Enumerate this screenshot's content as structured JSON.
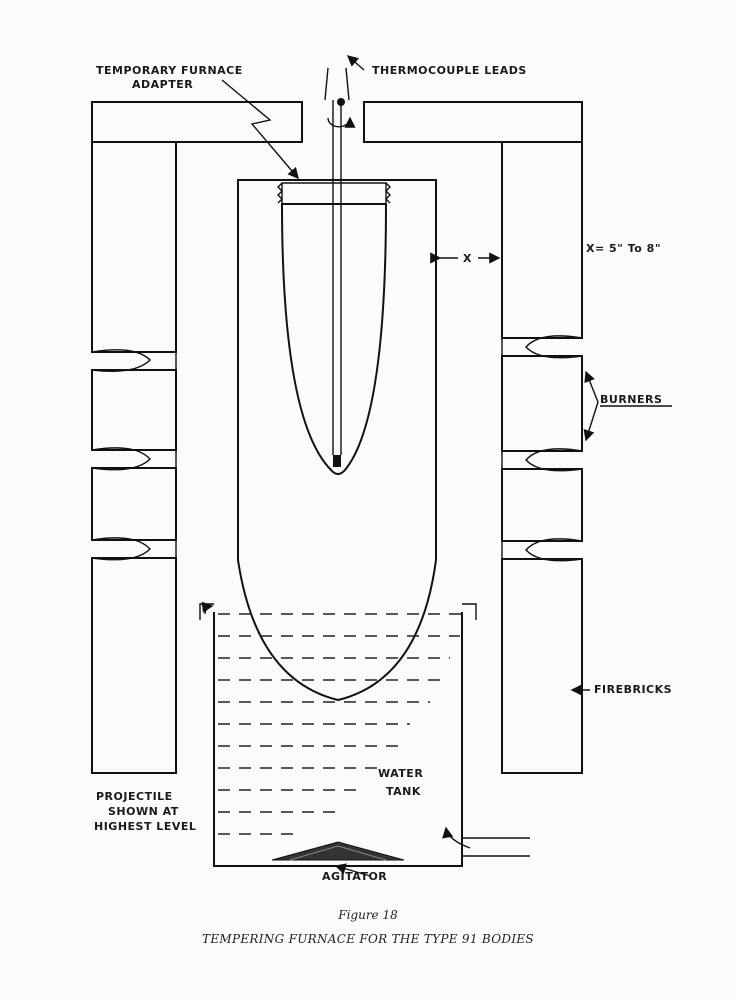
{
  "labels": {
    "adapter_line1": "TEMPORARY FURNACE",
    "adapter_line2": "ADAPTER",
    "thermocouple": "THERMOCOUPLE LEADS",
    "gap_x": "X",
    "gap_value": "X= 5\" To 8\"",
    "burners": "BURNERS",
    "firebricks": "FIREBRICKS",
    "water_line1": "WATER",
    "water_line2": "TANK",
    "projectile_line1": "PROJECTILE",
    "projectile_line2": "SHOWN AT",
    "projectile_line3": "HIGHEST LEVEL",
    "agitator": "AGITATOR"
  },
  "caption": {
    "figure": "Figure 18",
    "title": "TEMPERING FURNACE FOR THE TYPE 91 BODIES"
  }
}
